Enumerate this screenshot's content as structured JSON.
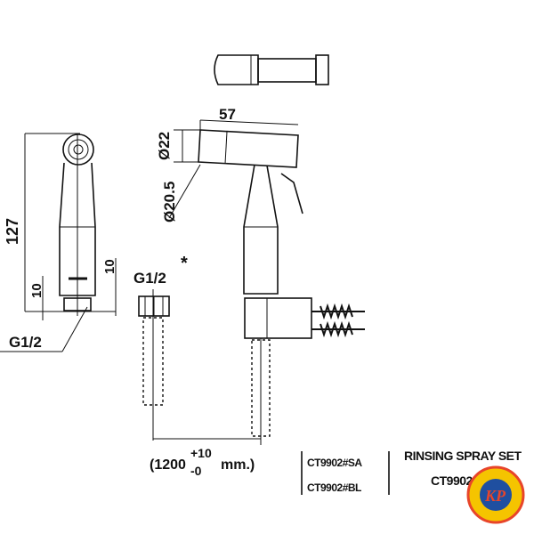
{
  "drawing": {
    "dims": {
      "height_127": "127",
      "width_57": "57",
      "dia_22": "Ø22",
      "dia_20_5": "Ø20.5",
      "ten_left": "10",
      "ten_right": "10",
      "thread_side": "G1/2",
      "thread_hose": "G1/2",
      "asterisk": "*",
      "hose_length_open": "(1200",
      "hose_tol_plus": "+10",
      "hose_tol_minus": "-0",
      "hose_length_unit": "mm.)"
    }
  },
  "title_block": {
    "models": [
      "CT9902#SA",
      "CT9902#BL"
    ],
    "product_name": "RINSING SPRAY SET",
    "product_code": "CT9902",
    "logo_text": "KP",
    "logo_colors": {
      "outer": "#f5c400",
      "ring": "#e8452a",
      "inner": "#1f4fa0"
    }
  }
}
